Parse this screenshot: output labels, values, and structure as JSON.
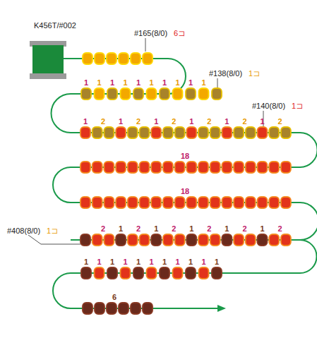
{
  "diagram": {
    "labels": [
      "K456T/#002",
      "#165(8/0)",
      "6コ",
      "#138(8/0)",
      "1コ",
      "#140(8/0)",
      "1コ",
      "#408(8/0)",
      "1コ",
      "1",
      "1",
      "1",
      "1",
      "1",
      "1",
      "1",
      "1",
      "1",
      "1",
      "1",
      "2",
      "1",
      "2",
      "1",
      "2",
      "1",
      "2",
      "1",
      "2",
      "1",
      "2",
      "18",
      "18",
      "2",
      "1",
      "2",
      "1",
      "2",
      "1",
      "2",
      "1",
      "2",
      "1",
      "2",
      "1",
      "1",
      "1",
      "1",
      "1",
      "1",
      "1",
      "1",
      "1",
      "1",
      "1",
      "6"
    ]
  }
}
